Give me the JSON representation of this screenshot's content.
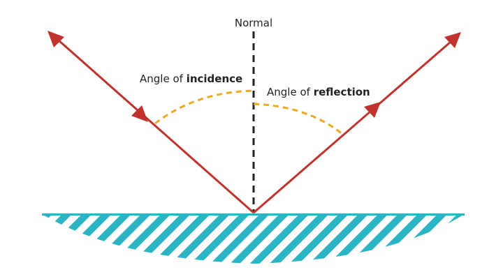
{
  "labels": {
    "normal": "Normal",
    "incidence_prefix": "Angle of ",
    "incidence_emph": "incidence",
    "reflection_prefix": "Angle of ",
    "reflection_emph": "reflection"
  },
  "colors": {
    "ray": "#c0322b",
    "normal_line": "#222222",
    "angle_arc": "#f0a81c",
    "surface": "#2bb5c4",
    "background": "#ffffff"
  },
  "icons": {
    "incident_arrow": "arrowhead-down-right",
    "reflected_arrow": "arrowhead-up-right"
  }
}
